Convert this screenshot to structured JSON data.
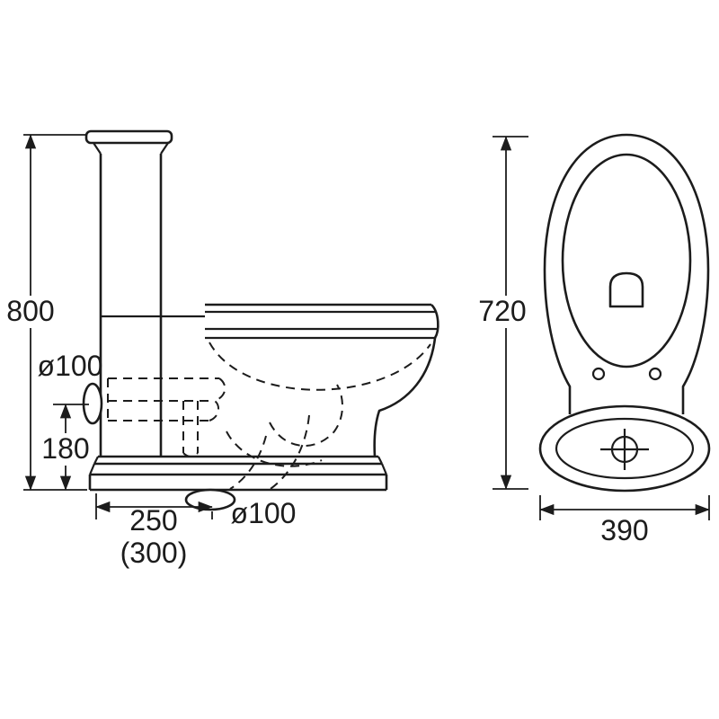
{
  "colors": {
    "line": "#1c1c1c",
    "background": "#ffffff"
  },
  "side_view": {
    "labels": {
      "overall_height": "800",
      "inlet_diameter": "ø100",
      "inlet_center_height": "180",
      "outlet_setout": "250",
      "outlet_setout_alt": "(300)",
      "outlet_diameter": "ø100"
    }
  },
  "top_view": {
    "labels": {
      "overall_depth": "720",
      "base_width": "390"
    }
  }
}
